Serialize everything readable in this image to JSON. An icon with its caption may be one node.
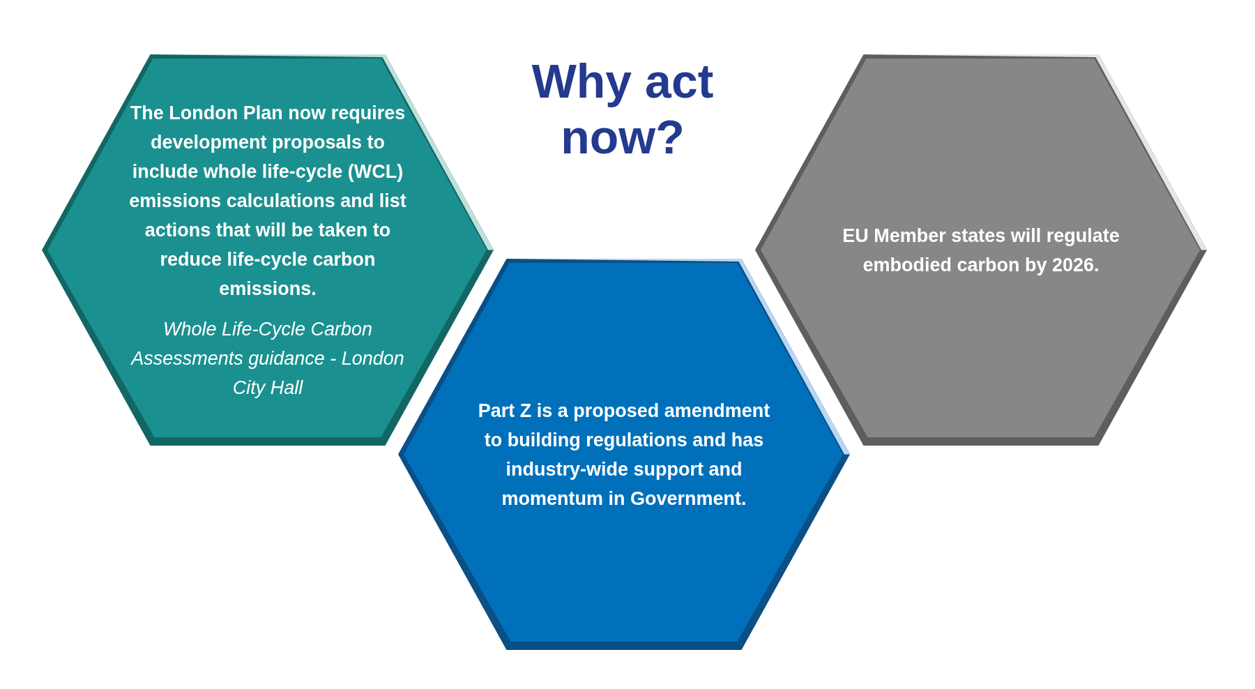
{
  "diagram": {
    "title": "Why act now?",
    "nodes": [
      {
        "text": [
          "The London Plan now requires development proposals to include whole life-cycle (WCL) emissions calculations and list actions that will be taken to reduce life-cycle carbon emissions.",
          "Whole Life-Cycle Carbon Assessments guidance - London City Hall"
        ]
      },
      {
        "text": [
          "Part Z is a proposed amendment to building regulations and has industry-wide support and momentum in Government."
        ]
      },
      {
        "text": [
          "EU Member states will regulate embodied carbon by 2026."
        ]
      }
    ]
  }
}
